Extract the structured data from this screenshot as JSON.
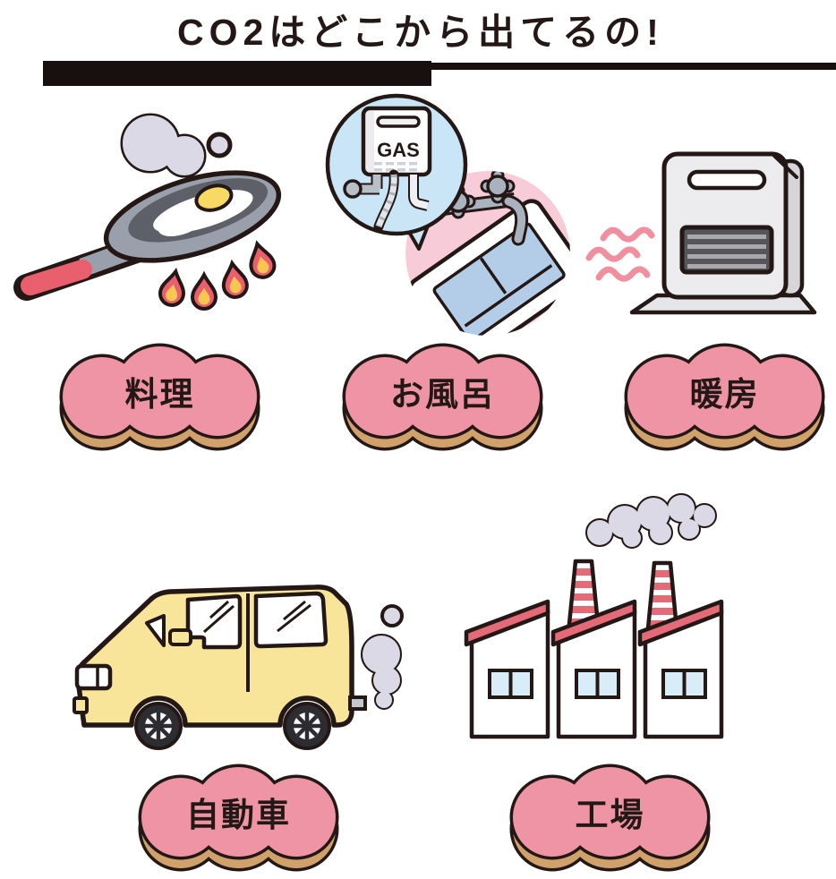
{
  "header": {
    "title": "CO2はどこから出てるの!"
  },
  "items": [
    {
      "id": "cooking",
      "label": "料理",
      "illustration": "frying-pan-with-egg-steam-and-flames"
    },
    {
      "id": "bath",
      "label": "お風呂",
      "illustration": "gas-water-heater-and-bathtub",
      "appliance_label": "GAS"
    },
    {
      "id": "heating",
      "label": "暖房",
      "illustration": "fan-heater-with-heat-waves"
    },
    {
      "id": "automobile",
      "label": "自動車",
      "illustration": "yellow-car-with-exhaust-smoke"
    },
    {
      "id": "factory",
      "label": "工場",
      "illustration": "factory-with-striped-chimneys-and-smoke"
    }
  ],
  "colors": {
    "outline": "#231815",
    "badge_pink": "#ef94a5",
    "badge_tan": "#d1a16b",
    "flame_red": "#ea5f6d",
    "flame_yellow": "#f9c74f",
    "car_yellow": "#f8e59a",
    "bubble_blue": "#c9e5f6",
    "bath_pink": "#f7ccd8",
    "water_blue": "#b3cce8",
    "smoke_gray": "#dcd9e6",
    "factory_red": "#e56a77",
    "window_blue": "#d9edf9",
    "heat_wave_pink": "#ef8fa0"
  }
}
